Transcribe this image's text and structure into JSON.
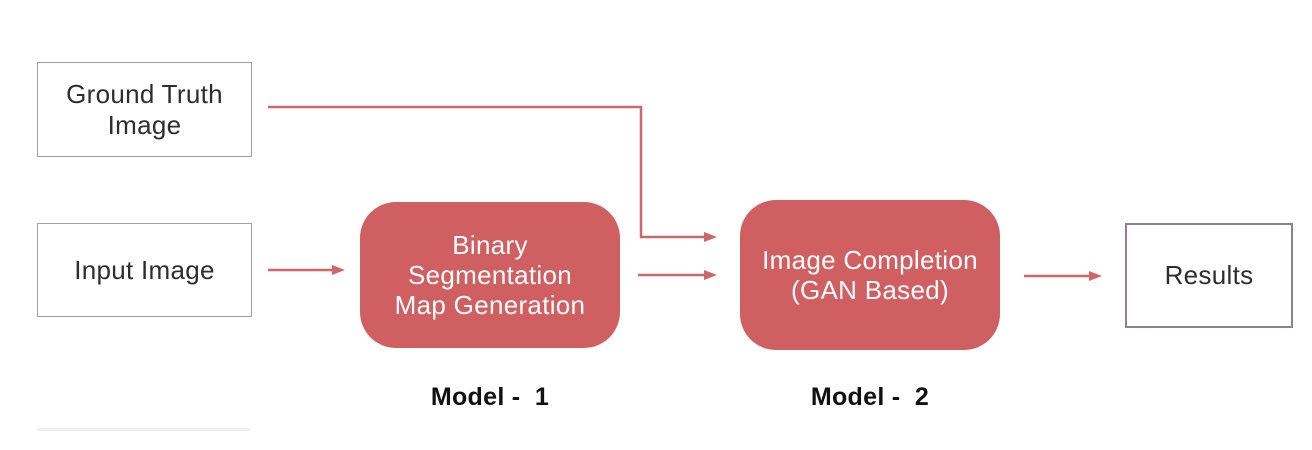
{
  "colors": {
    "node_fill_red": "#cf5f61",
    "edge_red": "#d0666a",
    "box_border_purple": "#a79aa9",
    "results_border_purple": "#8f7f92",
    "text_dark": "#2e2e2e",
    "caption_black": "#111111",
    "node_text_white": "#ffffff",
    "faint_line_gray": "#f0f0f0"
  },
  "diagram": {
    "ground_truth_box": {
      "lines": [
        "Ground Truth",
        "Image"
      ]
    },
    "input_box": {
      "label": "Input Image"
    },
    "model1_box": {
      "lines": [
        "Binary",
        "Segmentation",
        "Map Generation"
      ],
      "caption": "Model -  1"
    },
    "model2_box": {
      "lines": [
        "Image Completion",
        "(GAN Based)"
      ],
      "caption": "Model -  2"
    },
    "results_box": {
      "label": "Results"
    }
  }
}
